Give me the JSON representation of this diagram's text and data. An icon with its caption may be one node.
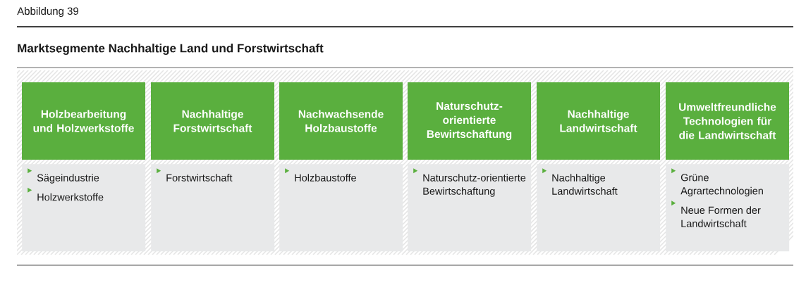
{
  "diagram": {
    "title": "Marktsegmente Nachhaltige Land und Forstwirtschaft",
    "nodes": [
      {
        "text": [
          "Holzbearbeitung und Holzwerkstoffe"
        ]
      },
      {
        "text": [
          "Nachhaltige Forstwirtschaft"
        ]
      },
      {
        "text": [
          "Nachwachsende Holzbaustoffe"
        ]
      },
      {
        "text": [
          "Naturschutz-orientierte Bewirtschaftung"
        ]
      },
      {
        "text": [
          "Nachhaltige Landwirtschaft"
        ]
      },
      {
        "text": [
          "Umweltfreundliche Technologien für die Landwirtschaft"
        ]
      },
      {
        "text": [
          "Sägeindustrie",
          "Holzwerkstoffe"
        ]
      },
      {
        "text": [
          "Forstwirtschaft"
        ]
      },
      {
        "text": [
          "Holzbaustoffe"
        ]
      },
      {
        "text": [
          "Naturschutz-orientierte Bewirtschaftung"
        ]
      },
      {
        "text": [
          "Nachhaltige Landwirtschaft"
        ]
      },
      {
        "text": [
          "Grüne Agrartechnologien",
          "Neue Formen der Landwirtschaft"
        ]
      }
    ],
    "labels": [
      "Abbildung 39"
    ]
  }
}
